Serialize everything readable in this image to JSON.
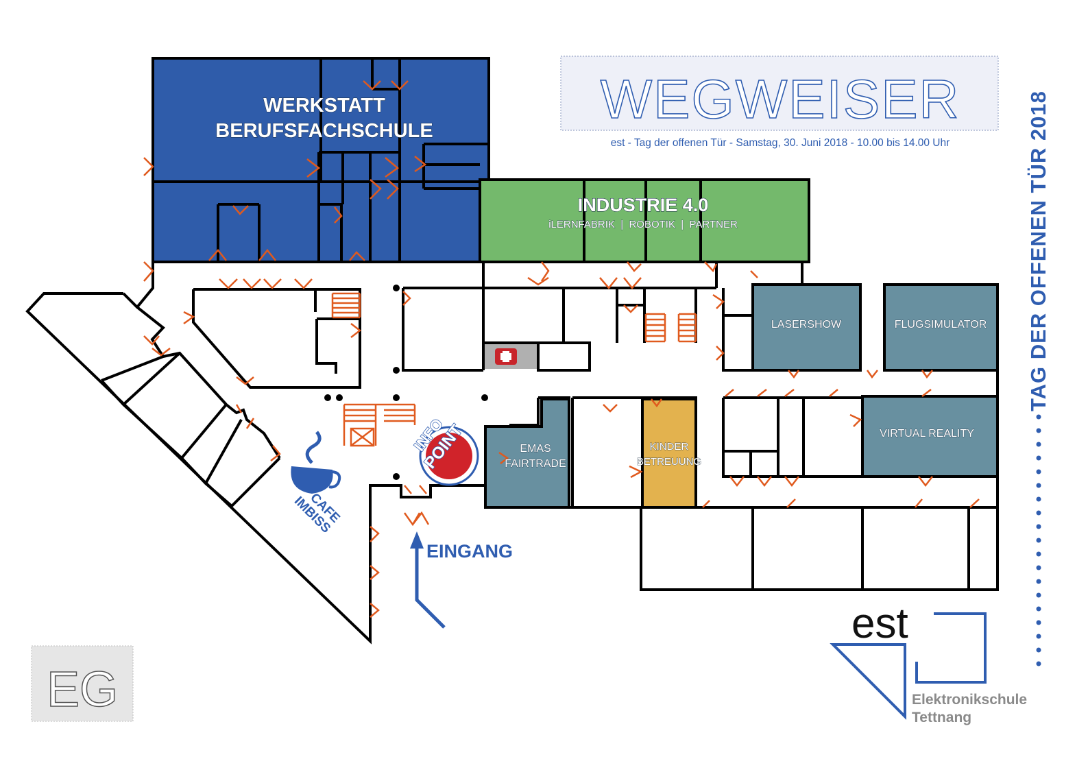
{
  "header": {
    "title": "WEGWEISER",
    "subtitle": "est - Tag der offenen Tür - Samstag, 30. Juni 2018 - 10.00 bis 14.00 Uhr",
    "side_title": "TAG DER OFFENEN TÜR 2018"
  },
  "floor": {
    "label": "EG"
  },
  "rooms": {
    "werkstatt": {
      "line1": "WERKSTATT",
      "line2": "BERUFSFACHSCHULE"
    },
    "industrie": {
      "title": "INDUSTRIE 4.0",
      "subtitle": "iLERNFABRIK  |  ROBOTIK  |  PARTNER"
    },
    "lasershow": "LASERSHOW",
    "flugsimulator": "FLUGSIMULATOR",
    "virtual_reality": "VIRTUAL REALITY",
    "emas": {
      "line1": "EMAS",
      "line2": "FAIRTRADE"
    },
    "kinder": {
      "line1": "KINDER",
      "line2": "BETREUUNG"
    }
  },
  "poi": {
    "info_point": {
      "line1": "INFO",
      "line2": "POINT"
    },
    "cafe": {
      "line1": "CAFE",
      "line2": "IMBISS"
    },
    "entrance": "EINGANG"
  },
  "logo": {
    "abbr": "est",
    "line1": "Elektronikschule",
    "line2": "Tettnang"
  },
  "colors": {
    "werkstatt": "#2f5caa",
    "industrie": "#74b96c",
    "exhibit": "#6890a0",
    "kinder": "#e3b24e",
    "door": "#e05a1e",
    "accent_blue": "#2f5db0",
    "logo_gray": "#8a8a8a",
    "first_aid": "#c8242a"
  },
  "icons": [
    "first-aid-icon",
    "coffee-cup-icon",
    "entrance-arrow-icon",
    "door-icon",
    "stairs-icon"
  ]
}
